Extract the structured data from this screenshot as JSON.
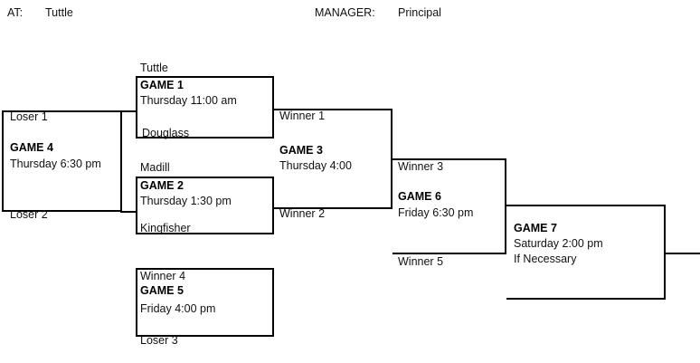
{
  "header": {
    "at_label": "AT:",
    "at_value": "Tuttle",
    "manager_label": "MANAGER:",
    "manager_value": "Principal"
  },
  "bracket": {
    "games": [
      {
        "id": "game-1",
        "name": "GAME 1",
        "time": "Thursday   11:00 am",
        "top_slot": "Tuttle",
        "bottom_slot": "Douglass"
      },
      {
        "id": "game-2",
        "name": "GAME 2",
        "time": "Thursday      1:30 pm",
        "top_slot": "Madill",
        "bottom_slot": "Kingfisher"
      },
      {
        "id": "game-3",
        "name": "GAME 3",
        "time": "Thursday 4:00",
        "top_slot": "Winner 1",
        "bottom_slot": "Winner 2"
      },
      {
        "id": "game-4",
        "name": "GAME 4",
        "time": "Thursday 6:30 pm",
        "top_slot": "Loser 1",
        "bottom_slot": "Loser 2"
      },
      {
        "id": "game-5",
        "name": "GAME 5",
        "time": "Friday 4:00 pm",
        "top_slot": "Winner 4",
        "bottom_slot": "Loser 3"
      },
      {
        "id": "game-6",
        "name": "GAME 6",
        "time": "Friday 6:30 pm",
        "top_slot": "Winner 3",
        "bottom_slot": "Winner 5"
      },
      {
        "id": "game-7",
        "name": "GAME 7",
        "time": "Saturday 2:00 pm",
        "note": "If  Necessary",
        "top_slot": "",
        "bottom_slot": ""
      }
    ]
  }
}
